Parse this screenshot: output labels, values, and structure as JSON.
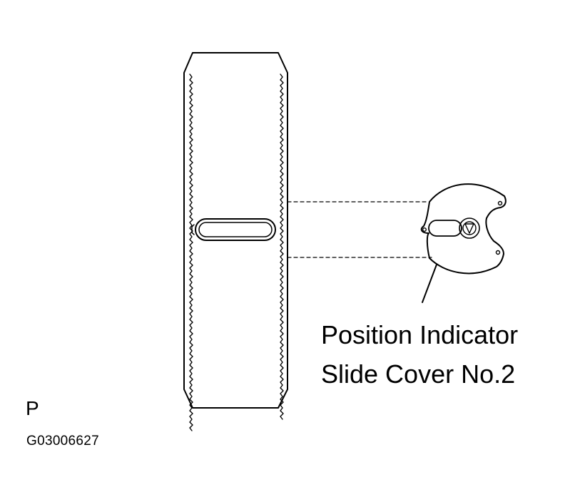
{
  "callout": {
    "line1": "Position Indicator",
    "line2": "Slide Cover No.2"
  },
  "view_letter": "P",
  "figure_code": "G03006627",
  "colors": {
    "ink": "#000000",
    "paper": "#ffffff"
  }
}
